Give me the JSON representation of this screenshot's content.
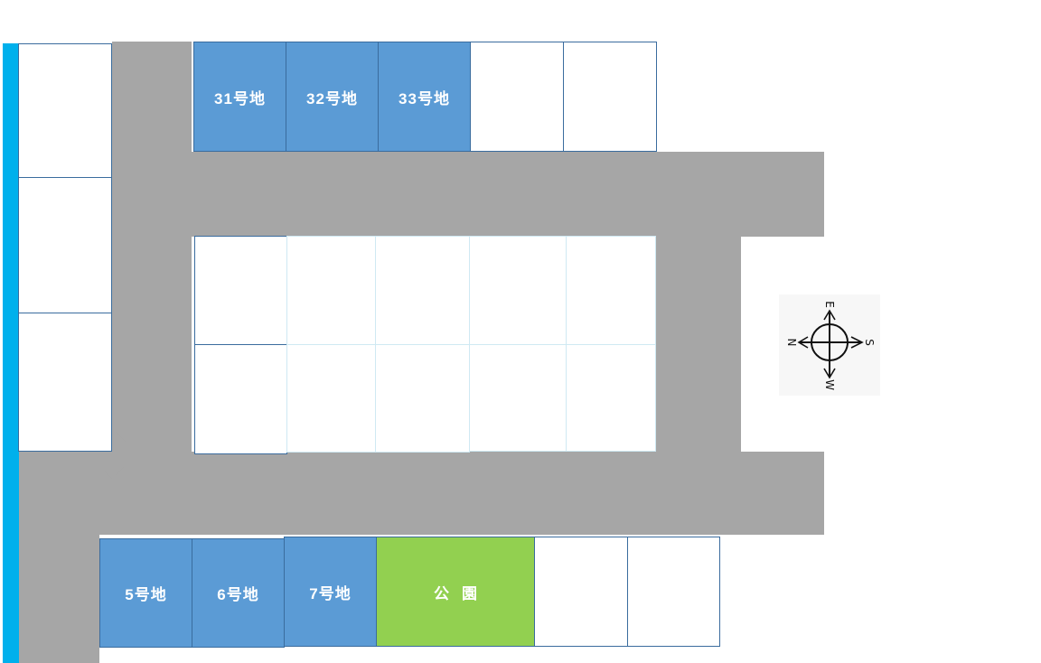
{
  "map": {
    "top_row_lots": [
      {
        "label": "31号地",
        "status": "sold"
      },
      {
        "label": "32号地",
        "status": "sold"
      },
      {
        "label": "33号地",
        "status": "sold"
      },
      {
        "label": "",
        "status": "available"
      },
      {
        "label": "",
        "status": "available"
      }
    ],
    "bottom_row_lots": [
      {
        "label": "5号地",
        "status": "sold"
      },
      {
        "label": "6号地",
        "status": "sold"
      },
      {
        "label": "7号地",
        "status": "sold"
      },
      {
        "label": "公園",
        "status": "park"
      },
      {
        "label": "",
        "status": "available"
      },
      {
        "label": "",
        "status": "available"
      }
    ],
    "compass": {
      "north": "N",
      "south": "S",
      "east": "E",
      "west": "W"
    },
    "colors": {
      "road": "#a6a6a6",
      "river": "#00b0ec",
      "sold_lot": "#5b9bd5",
      "park": "#92d050",
      "lot_border": "#3a6c9e"
    }
  }
}
